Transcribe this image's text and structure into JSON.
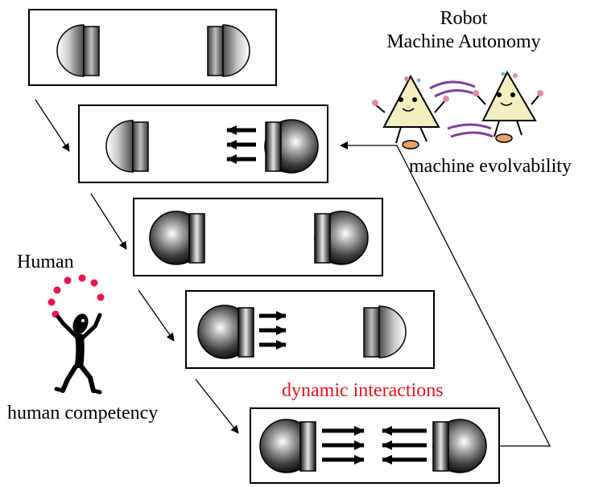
{
  "labels": {
    "robot": "Robot",
    "machine_autonomy": "Machine Autonomy",
    "machine_evolvability": "machine evolvability",
    "human": "Human",
    "human_competency": "human competency",
    "dynamic_interactions": "dynamic interactions"
  },
  "colors": {
    "line": "#000000",
    "highlight_text": "#e8141c",
    "juggle_balls": "#e8144a",
    "dancer_body": "#f4efc0",
    "dancer_swoosh": "#7b3fa0"
  },
  "panels": [
    {
      "id": "panel-1",
      "left": "passive",
      "right": "passive",
      "arrows": "none"
    },
    {
      "id": "panel-2",
      "left": "passive",
      "right": "active",
      "arrows": "right-to-left"
    },
    {
      "id": "panel-3",
      "left": "active",
      "right": "active",
      "arrows": "none"
    },
    {
      "id": "panel-4",
      "left": "active",
      "right": "passive",
      "arrows": "left-to-right"
    },
    {
      "id": "panel-5",
      "left": "active",
      "right": "active",
      "arrows": "both"
    }
  ],
  "icons": [
    "dancing-figures-icon",
    "juggler-icon"
  ]
}
